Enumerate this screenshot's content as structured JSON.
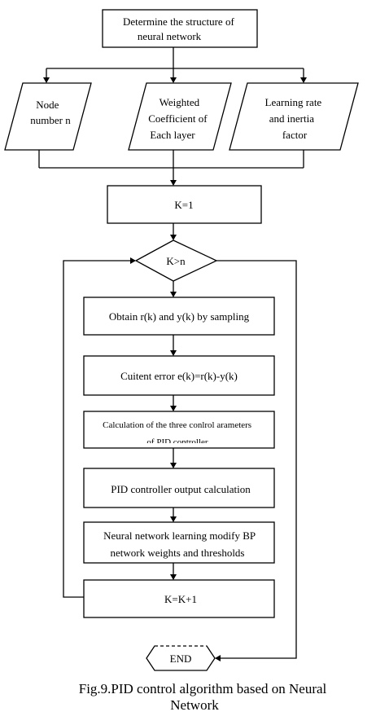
{
  "flowchart": {
    "determine_structure": [
      "Determine the structure of",
      "neural network"
    ],
    "node_number": [
      "Node",
      "number n"
    ],
    "weighted_coefficient": [
      "Weighted",
      "Coefficient of",
      "Each layer"
    ],
    "learning_rate": [
      "Learning rate",
      "and inertia",
      "factor"
    ],
    "init_k": "K=1",
    "condition": "K>n",
    "sampling": "Obtain r(k) and y(k) by sampling",
    "current_error": "Cuitent error e(k)=r(k)-y(k)",
    "calc_params": [
      "Calculation of the three conlrol arameters",
      "of PID controller"
    ],
    "pid_output": "PID controller output calculation",
    "nn_learning": [
      "Neural network learning modify BP",
      "network weights and thresholds"
    ],
    "increment_k": "K=K+1",
    "end": "END"
  },
  "caption": {
    "line1": "Fig.9.PID control algorithm based on Neural",
    "line2": "Network"
  }
}
